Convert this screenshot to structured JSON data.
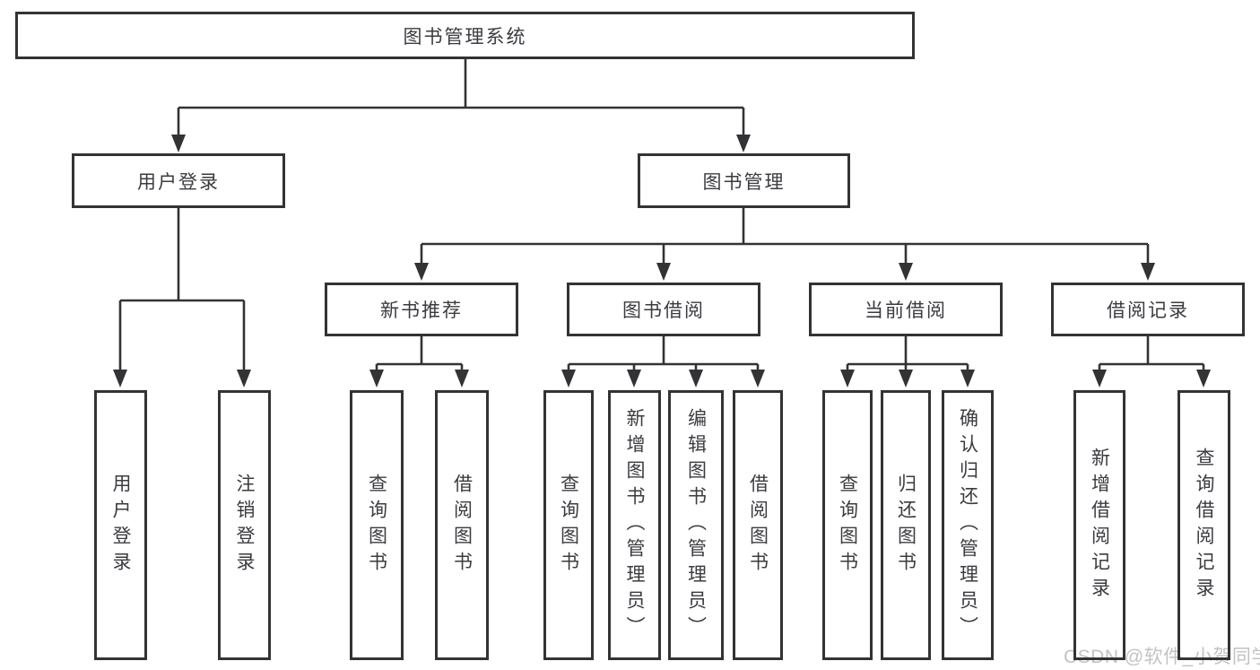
{
  "tree": {
    "root": "图书管理系统",
    "login": {
      "label": "用户登录",
      "children": [
        "用户登录",
        "注销登录"
      ]
    },
    "manage": {
      "label": "图书管理",
      "sections": [
        {
          "label": "新书推荐",
          "children": [
            "查询图书",
            "借阅图书"
          ]
        },
        {
          "label": "图书借阅",
          "children": [
            "查询图书",
            "新增图书（管理员）",
            "编辑图书（管理员）",
            "借阅图书"
          ]
        },
        {
          "label": "当前借阅",
          "children": [
            "查询图书",
            "归还图书",
            "确认归还（管理员）"
          ]
        },
        {
          "label": "借阅记录",
          "children": [
            "新增借阅记录",
            "查询借阅记录"
          ]
        }
      ]
    }
  },
  "watermark": "CSDN @软件_小贺同学",
  "colors": {
    "line": "#333336",
    "text": "#3b3b40",
    "watermark": "#c3c3c6"
  }
}
